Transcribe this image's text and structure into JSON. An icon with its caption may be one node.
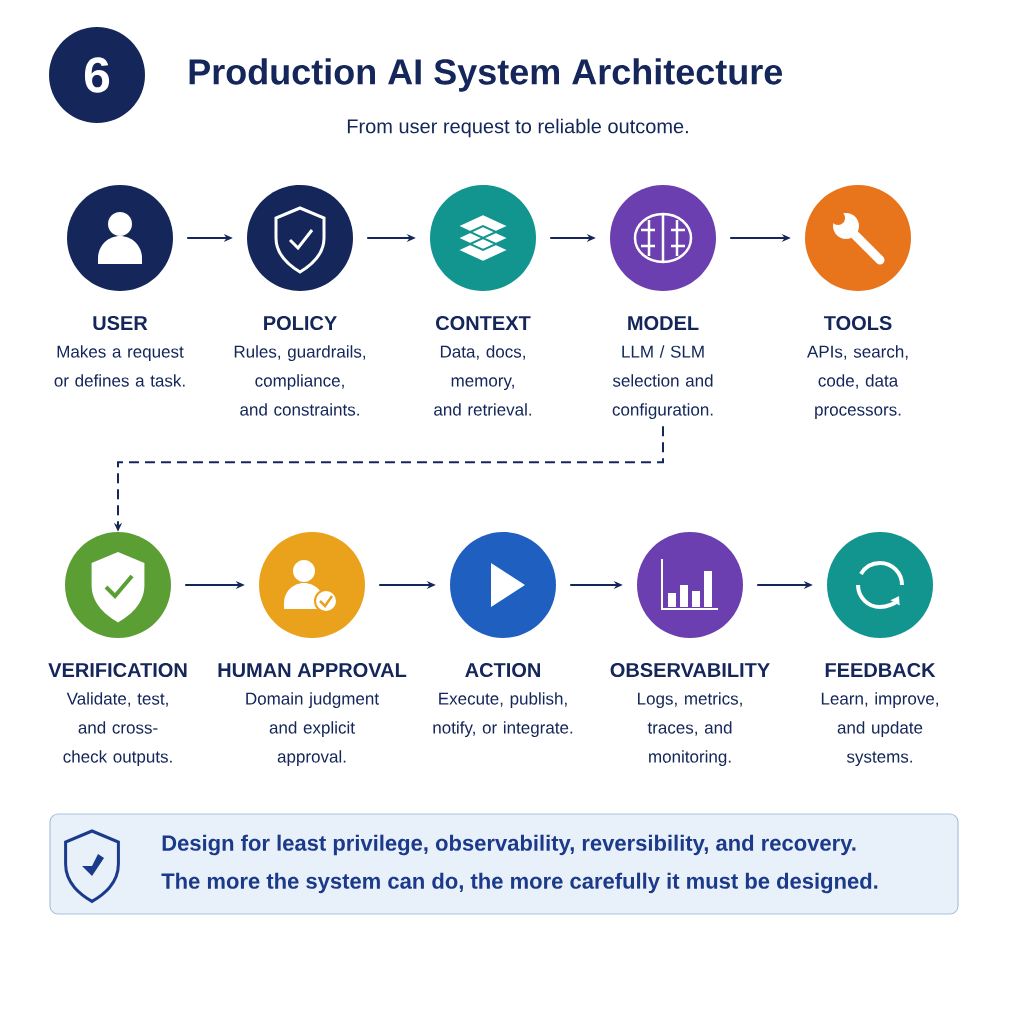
{
  "diagram": {
    "title": "Production AI System Architecture",
    "caption": "From user request to reliable outcome.",
    "nodes": [
      {
        "text": [
          "6"
        ]
      },
      {
        "text": [
          "USER",
          "Makes a request or defines a task."
        ]
      },
      {
        "text": [
          "POLICY",
          "Rules, guardrails, compliance, and constraints."
        ]
      },
      {
        "text": [
          "CONTEXT",
          "Data, docs, memory, and retrieval."
        ]
      },
      {
        "text": [
          "MODEL",
          "LLM / SLM selection and configuration."
        ]
      },
      {
        "text": [
          "TOOLS",
          "APIs, search, code, data processors."
        ]
      },
      {
        "text": [
          "VERIFICATION",
          "Validate, test, and cross-check outputs."
        ]
      },
      {
        "text": [
          "HUMAN APPROVAL",
          "Domain judgment and explicit approval."
        ]
      },
      {
        "text": [
          "ACTION",
          "Execute, publish, notify, or integrate."
        ]
      },
      {
        "text": [
          "OBSERVABILITY",
          "Logs, metrics, traces, and monitoring."
        ]
      },
      {
        "text": [
          "FEEDBACK",
          "Learn, improve, and update systems."
        ]
      },
      {
        "text": [
          "Design for least privilege, observability, reversibility, and recovery.",
          "The more the system can do, the more carefully it must be designed."
        ]
      }
    ],
    "edges": [
      {
        "from": 1,
        "to": 2,
        "arrow": "to"
      },
      {
        "from": 2,
        "to": 3,
        "arrow": "to"
      },
      {
        "from": 3,
        "to": 4,
        "arrow": "to"
      },
      {
        "from": 4,
        "to": 5,
        "arrow": "to"
      },
      {
        "from": 4,
        "to": 6,
        "arrow": "to",
        "style": "dashed"
      },
      {
        "from": 6,
        "to": 7,
        "arrow": "to"
      },
      {
        "from": 7,
        "to": 8,
        "arrow": "to"
      },
      {
        "from": 8,
        "to": 9,
        "arrow": "to"
      },
      {
        "from": 9,
        "to": 10,
        "arrow": "to"
      }
    ]
  }
}
